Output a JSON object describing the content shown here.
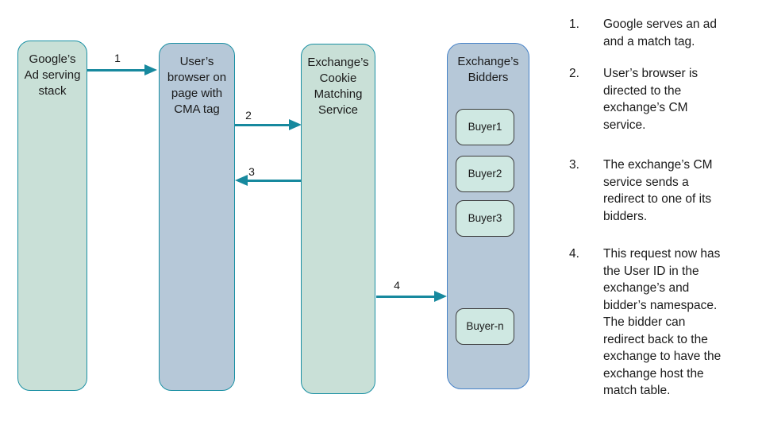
{
  "colors": {
    "node_green_fill": "#c9e0d7",
    "node_blue_fill": "#b6c8d8",
    "teal_border": "#1a90a4",
    "bidders_border": "#4682c8",
    "buyer_fill": "#cfe8e2",
    "buyer_border": "#3d3d3d",
    "arrow": "#17899e",
    "text": "#1a1a1a",
    "background": "#ffffff"
  },
  "nodes": [
    {
      "id": "google-stack",
      "label": "Google’s\nAd serving\nstack"
    },
    {
      "id": "user-browser",
      "label": "User’s\nbrowser on\npage with\nCMA tag"
    },
    {
      "id": "cm-service",
      "label": "Exchange’s\nCookie\nMatching\nService"
    },
    {
      "id": "bidders",
      "label": "Exchange’s\nBidders",
      "buyers": [
        "Buyer1",
        "Buyer2",
        "Buyer3",
        "Buyer-n"
      ]
    }
  ],
  "flow_arrows": [
    {
      "label": "1",
      "from": "google-stack",
      "to": "user-browser"
    },
    {
      "label": "2",
      "from": "user-browser",
      "to": "cm-service"
    },
    {
      "label": "3",
      "from": "cm-service",
      "to": "user-browser"
    },
    {
      "label": "4",
      "from": "cm-service",
      "to": "bidders"
    }
  ],
  "steps": [
    {
      "num": "1.",
      "text": "Google serves an ad\nand a match tag."
    },
    {
      "num": "2.",
      "text": "User’s browser is\ndirected to the\nexchange’s CM\nservice."
    },
    {
      "num": "3.",
      "text": "The exchange’s CM\nservice sends a\nredirect to one of its\nbidders."
    },
    {
      "num": "4.",
      "text": "This request now has\nthe User ID in the\nexchange’s and\nbidder’s namespace.\nThe bidder can\nredirect back to the\nexchange to have the\nexchange host the\nmatch table."
    }
  ]
}
